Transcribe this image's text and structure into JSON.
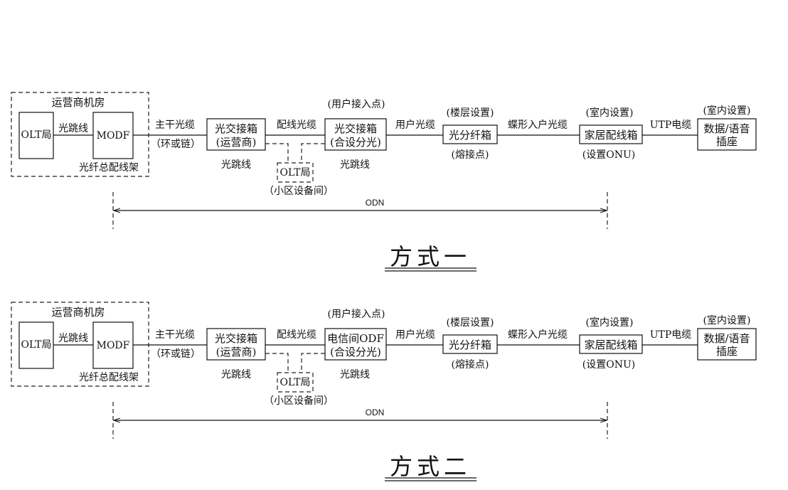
{
  "diagrams": [
    {
      "title": "方式一",
      "room_label": "运营商机房",
      "olt_central": "OLT局",
      "jumper_1": "光跳线",
      "modf": "MODF",
      "modf_caption": "光纤总配线架",
      "trunk_cable": "主干光缆",
      "trunk_sub": "（环或链）",
      "cab1_line1": "光交接箱",
      "cab1_line2": "(运营商)",
      "jumper_2": "光跳线",
      "dist_cable": "配线光缆",
      "olt_local": "OLT局",
      "olt_local_caption": "（小区设备间）",
      "access_point": "(用户接入点)",
      "cab2_line1": "光交接箱",
      "cab2_line2": "(合设分光)",
      "jumper_3": "光跳线",
      "user_cable": "用户光缆",
      "floor_setting": "(楼层设置)",
      "splitter_box": "光分纤箱",
      "splice_point": "(熔接点)",
      "butterfly_cable": "蝶形入户光缆",
      "indoor_setting_1": "(室内设置)",
      "home_box": "家居配线箱",
      "onu_setting": "(设置ONU)",
      "utp_cable": "UTP电缆",
      "indoor_setting_2": "(室内设置)",
      "socket_line1": "数据/语音",
      "socket_line2": "插座",
      "odn": "ODN"
    },
    {
      "title": "方式二",
      "room_label": "运营商机房",
      "olt_central": "OLT局",
      "jumper_1": "光跳线",
      "modf": "MODF",
      "modf_caption": "光纤总配线架",
      "trunk_cable": "主干光缆",
      "trunk_sub": "（环或链）",
      "cab1_line1": "光交接箱",
      "cab1_line2": "(运营商)",
      "jumper_2": "光跳线",
      "dist_cable": "配线光缆",
      "olt_local": "OLT局",
      "olt_local_caption": "（小区设备间）",
      "access_point": "(用户接入点)",
      "cab2_line1": "电信间ODF",
      "cab2_line2": "(合设分光)",
      "jumper_3": "光跳线",
      "user_cable": "用户光缆",
      "floor_setting": "(楼层设置)",
      "splitter_box": "光分纤箱",
      "splice_point": "(熔接点)",
      "butterfly_cable": "蝶形入户光缆",
      "indoor_setting_1": "(室内设置)",
      "home_box": "家居配线箱",
      "onu_setting": "(设置ONU)",
      "utp_cable": "UTP电缆",
      "indoor_setting_2": "(室内设置)",
      "socket_line1": "数据/语音",
      "socket_line2": "插座",
      "odn": "ODN"
    }
  ]
}
